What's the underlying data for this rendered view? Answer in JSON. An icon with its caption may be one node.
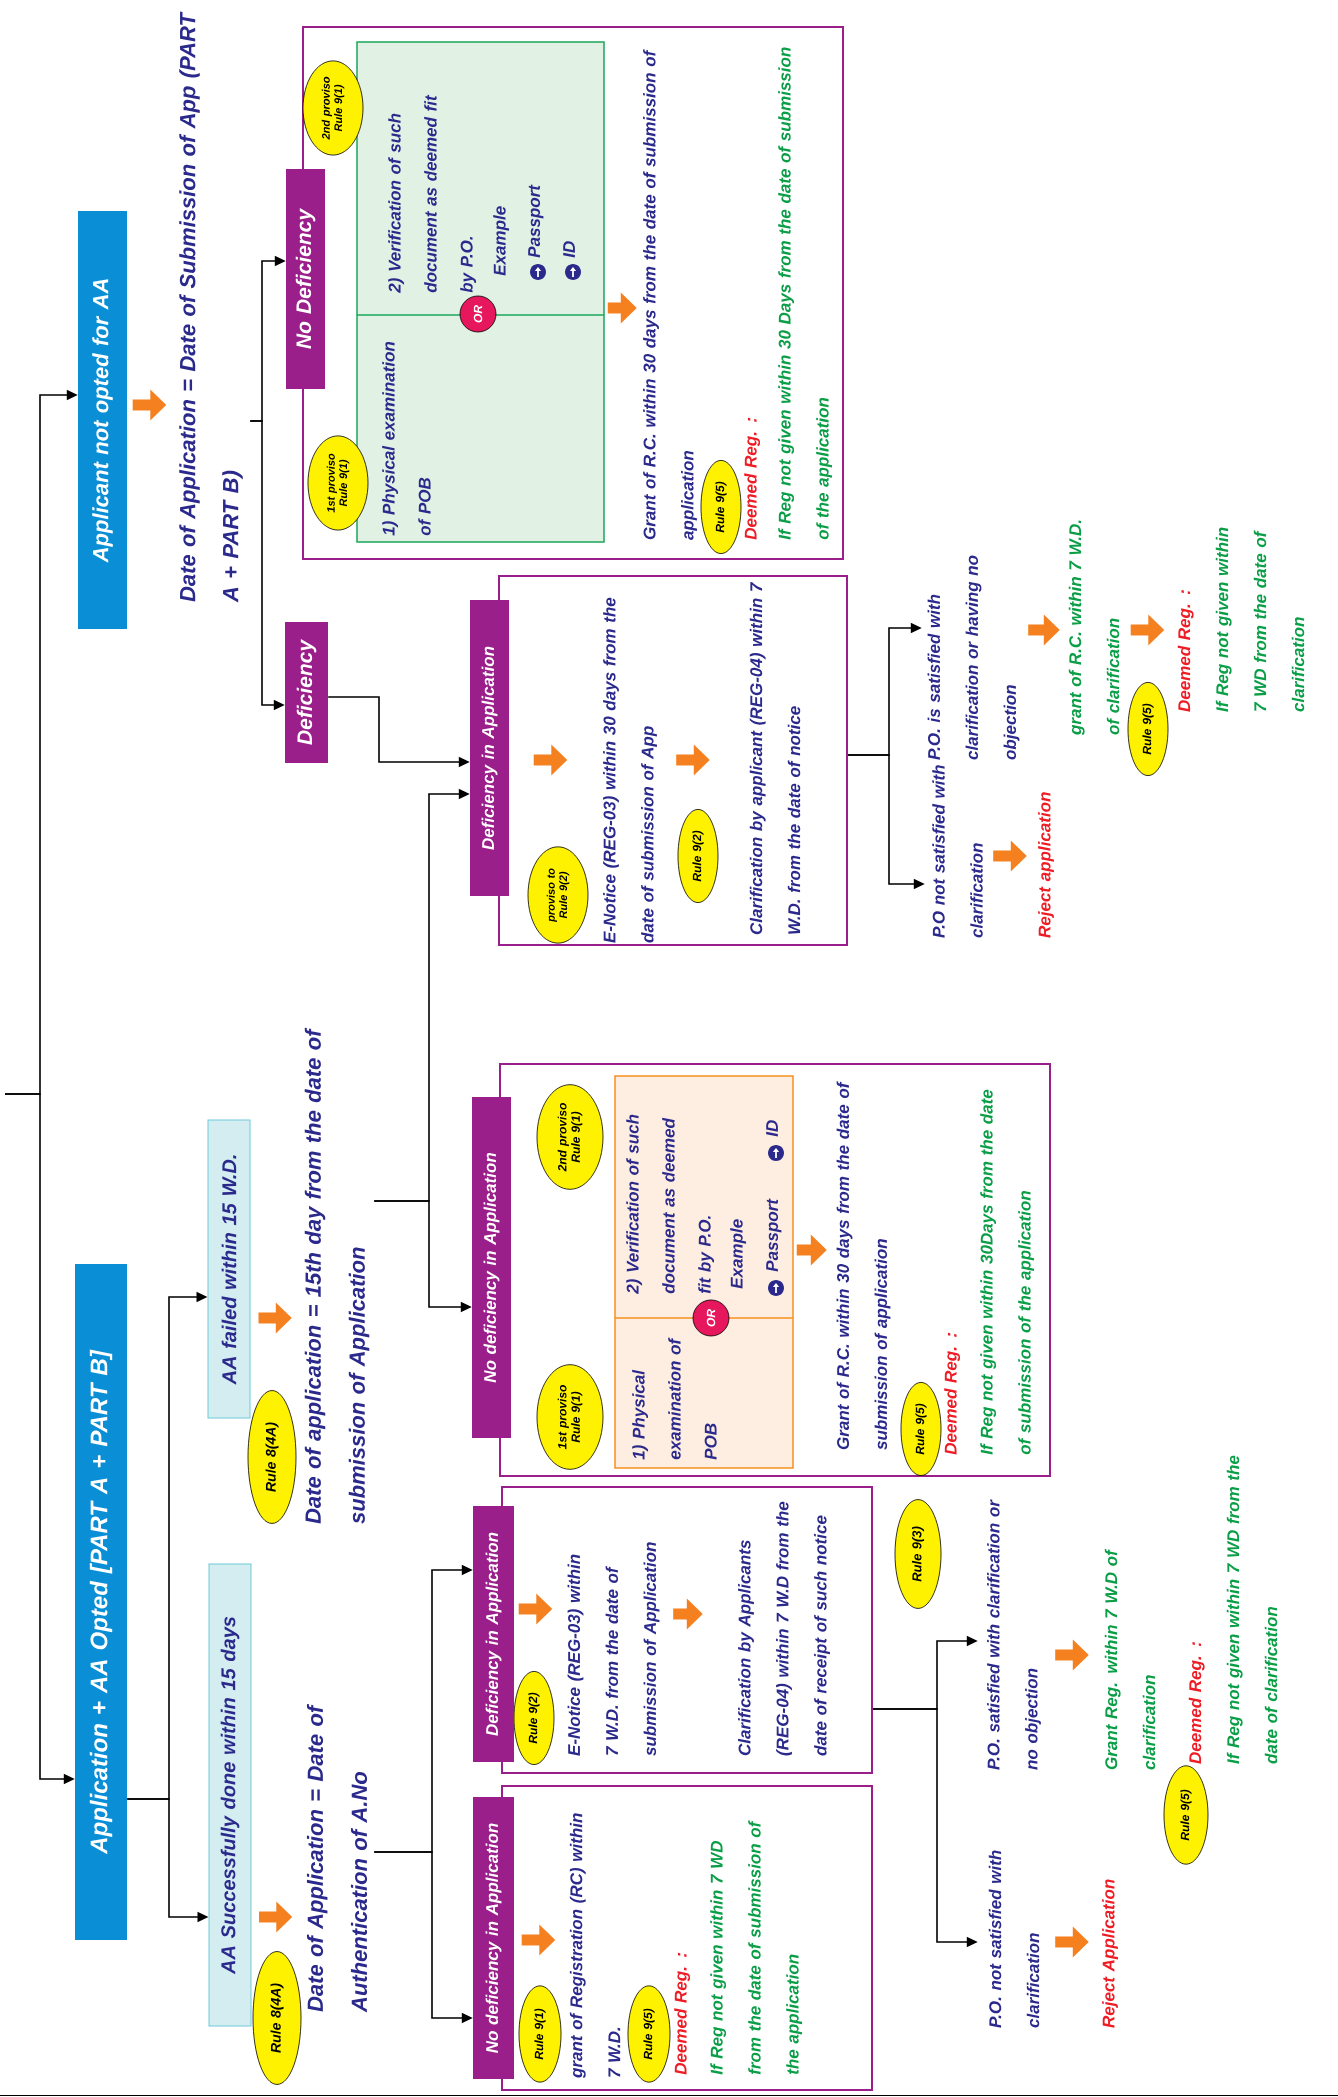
{
  "diagram": {
    "nodes": [
      {
        "text": [
          "Applicant not opted for AA"
        ]
      },
      {
        "text": [
          "Date of Application = Date of Submission of App (PART A + PART B)"
        ]
      },
      {
        "text": [
          "No Deficiency"
        ]
      },
      {
        "text": [
          "Deemed Reg. :",
          "If Reg not given within 30 Days from the date of submission of the application"
        ]
      },
      {
        "text": [],
        "shape": "box",
        "in": 3
      },
      {
        "text": [
          "1) Physical examination of POB"
        ],
        "in": 4
      },
      {
        "text": [
          "2) Verification of such document as deemed fit by P.O.",
          "Example",
          "Passport",
          "ID"
        ],
        "in": 4
      },
      {
        "text": [
          "OR"
        ],
        "in": 4
      },
      {
        "text": [
          "1st proviso Rule 9(1)"
        ],
        "in": 3
      },
      {
        "text": [
          "2nd proviso Rule 9(1)"
        ],
        "in": 3
      },
      {
        "text": [
          "Grant of R.C. within 30 days from the date of submission of application"
        ],
        "in": 3
      },
      {
        "text": [
          "Rule 9(5)"
        ],
        "in": 3
      },
      {
        "text": [
          "Deficiency"
        ]
      },
      {
        "text": [],
        "shape": "box"
      },
      {
        "text": [
          "Deficiency in Application"
        ]
      },
      {
        "text": [
          "proviso to Rule 9(2)"
        ],
        "in": 13
      },
      {
        "text": [
          "E-Notice (REG-03) within 30 days from the date of submission of App"
        ],
        "in": 13
      },
      {
        "text": [
          "Rule 9(2)"
        ],
        "in": 13
      },
      {
        "text": [
          "Clarification by applicant (REG-04) within 7 W.D. from the date of notice"
        ],
        "in": 13
      },
      {
        "text": [
          "P.O. is satisfied with clarification or having no objection"
        ]
      },
      {
        "text": [
          "grant of R.C. within 7 W.D. of clarification"
        ]
      },
      {
        "text": [
          "Rule 9(5)"
        ]
      },
      {
        "text": [
          "Deemed Reg. :",
          "If Reg not given within 7 WD from the date of clarification"
        ]
      },
      {
        "text": [
          "P.O not satisfied with clarification"
        ]
      },
      {
        "text": [
          "Reject application"
        ]
      },
      {
        "text": [
          "Application + AA Opted [PART A + PART B]"
        ]
      },
      {
        "text": [
          "AA failed within 15 W.D."
        ]
      },
      {
        "text": [
          "Rule 8(4A)"
        ]
      },
      {
        "text": [
          "Date of application = 15th day from the date of submission of Application"
        ]
      },
      {
        "text": [
          "No deficiency in Application"
        ]
      },
      {
        "text": [
          "Deemed Reg. :",
          "If Reg not given within 30Days from the date of submission of the application"
        ]
      },
      {
        "text": [],
        "shape": "box",
        "in": 30
      },
      {
        "text": [
          "1) Physical examination of POB"
        ],
        "in": 31
      },
      {
        "text": [
          "2) Verification of such document as deemed fit by P.O.",
          "Example",
          "Passport",
          "ID"
        ],
        "in": 31
      },
      {
        "text": [
          "OR"
        ],
        "in": 31
      },
      {
        "text": [
          "2nd proviso Rule 9(1)"
        ],
        "in": 30
      },
      {
        "text": [
          "1st proviso Rule 9(1)"
        ],
        "in": 30
      },
      {
        "text": [
          "Grant of R.C. within 30 days from the date of submission of application"
        ],
        "in": 30
      },
      {
        "text": [
          "Rule 9(5)"
        ],
        "in": 30
      },
      {
        "text": [
          "AA Successfully done within 15 days"
        ]
      },
      {
        "text": [
          "Rule 8(4A)"
        ]
      },
      {
        "text": [
          "Date of Application = Date of Authentication of A.No"
        ]
      },
      {
        "text": [],
        "shape": "box"
      },
      {
        "text": [
          "Deficiency in Application"
        ]
      },
      {
        "text": [
          "Rule 9(2)"
        ],
        "in": 42
      },
      {
        "text": [
          "E-Notice (REG-03) within 7 W.D. from the date of submission of Application"
        ],
        "in": 42
      },
      {
        "text": [
          "Clarification by Applicants (REG-04) within 7 W.D from the date of receipt of such notice"
        ],
        "in": 42
      },
      {
        "text": [
          "Deemed Reg. :",
          "If Reg not given within 7 WD from the date of submission of the application"
        ]
      },
      {
        "text": [
          "No deficiency in Application"
        ]
      },
      {
        "text": [
          "Rule 9(1)"
        ],
        "in": 47
      },
      {
        "text": [
          "grant of Registration (RC) within 7 W.D."
        ],
        "in": 47
      },
      {
        "text": [
          "Rule 9(5)"
        ],
        "in": 47
      },
      {
        "text": [
          "Rule 9(3)"
        ]
      },
      {
        "text": [
          "P.O. satisfied with clarification or no objection"
        ]
      },
      {
        "text": [
          "Grant Reg. within 7 W.D of clarification"
        ]
      },
      {
        "text": [
          "Rule 9(5)"
        ]
      },
      {
        "text": [
          "Deemed Reg. :",
          "If Reg not given within 7 WD from the date of clarification"
        ]
      },
      {
        "text": [
          "P.O. not satisfied with clarification"
        ]
      },
      {
        "text": [
          "Reject Application"
        ]
      }
    ],
    "edges": [
      {
        "from": null,
        "to": 0,
        "arrow": "to"
      },
      {
        "from": null,
        "to": 25,
        "arrow": "to"
      },
      {
        "from": 1,
        "to": 2,
        "arrow": "to"
      },
      {
        "from": 1,
        "to": 12,
        "arrow": "to"
      },
      {
        "from": 12,
        "to": 14,
        "arrow": "to"
      },
      {
        "from": 28,
        "to": 14,
        "arrow": "to"
      },
      {
        "from": 28,
        "to": 29,
        "arrow": "to"
      },
      {
        "from": 13,
        "to": 19,
        "arrow": "to"
      },
      {
        "from": 13,
        "to": 23,
        "arrow": "to"
      },
      {
        "from": 25,
        "to": 26,
        "arrow": "to"
      },
      {
        "from": 25,
        "to": 39,
        "arrow": "to"
      },
      {
        "from": 41,
        "to": 43,
        "arrow": "to"
      },
      {
        "from": 41,
        "to": 48,
        "arrow": "to"
      },
      {
        "from": 42,
        "to": 53,
        "arrow": "to"
      },
      {
        "from": 42,
        "to": 57,
        "arrow": "to"
      },
      {
        "from": 0,
        "to": 1,
        "arrow": "to",
        "style": "thick",
        "color": "#f4801f"
      },
      {
        "from": 4,
        "to": 10,
        "arrow": "to",
        "style": "thick",
        "color": "#f4801f"
      },
      {
        "from": 14,
        "to": 16,
        "arrow": "to",
        "style": "thick",
        "color": "#f4801f"
      },
      {
        "from": 16,
        "to": 18,
        "arrow": "to",
        "style": "thick",
        "color": "#f4801f"
      },
      {
        "from": 19,
        "to": 20,
        "arrow": "to",
        "style": "thick",
        "color": "#f4801f"
      },
      {
        "from": 20,
        "to": 22,
        "arrow": "to",
        "style": "thick",
        "color": "#f4801f"
      },
      {
        "from": 23,
        "to": 24,
        "arrow": "to",
        "style": "thick",
        "color": "#f4801f"
      },
      {
        "from": 26,
        "to": 28,
        "arrow": "to",
        "style": "thick",
        "color": "#f4801f"
      },
      {
        "from": 31,
        "to": 37,
        "arrow": "to",
        "style": "thick",
        "color": "#f4801f"
      },
      {
        "from": 39,
        "to": 41,
        "arrow": "to",
        "style": "thick",
        "color": "#f4801f"
      },
      {
        "from": 43,
        "to": 45,
        "arrow": "to",
        "style": "thick",
        "color": "#f4801f"
      },
      {
        "from": 45,
        "to": 46,
        "arrow": "to",
        "style": "thick",
        "color": "#f4801f"
      },
      {
        "from": 48,
        "to": 50,
        "arrow": "to",
        "style": "thick",
        "color": "#f4801f"
      },
      {
        "from": 53,
        "to": 54,
        "arrow": "to",
        "style": "thick",
        "color": "#f4801f"
      },
      {
        "from": 57,
        "to": 58,
        "arrow": "to",
        "style": "thick",
        "color": "#f4801f"
      }
    ]
  }
}
